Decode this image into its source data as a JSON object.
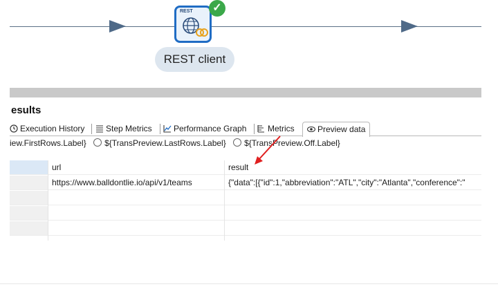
{
  "step": {
    "name": "REST client",
    "icon_text": "REST",
    "icon": "rest-globe-icon",
    "status_icon": "check-circle-icon",
    "status_color": "#3ba84a"
  },
  "results": {
    "title": "esults",
    "tabs": [
      {
        "label": "Execution History",
        "icon": "history-icon"
      },
      {
        "label": "Step Metrics",
        "icon": "list-icon"
      },
      {
        "label": "Performance Graph",
        "icon": "graph-icon"
      },
      {
        "label": "Metrics",
        "icon": "metrics-icon"
      },
      {
        "label": "Preview data",
        "icon": "eye-icon",
        "active": true
      }
    ],
    "radios": [
      {
        "label": "iew.FirstRows.Label}"
      },
      {
        "label": "${TransPreview.LastRows.Label}"
      },
      {
        "label": "${TransPreview.Off.Label}"
      }
    ],
    "columns": [
      "url",
      "result"
    ],
    "rows": [
      [
        "https://www.balldontlie.io/api/v1/teams",
        "{\"data\":[{\"id\":1,\"abbreviation\":\"ATL\",\"city\":\"Atlanta\",\"conference\":\""
      ]
    ]
  },
  "colors": {
    "accent": "#1f6cc4",
    "annotation_arrow": "#e02020"
  }
}
